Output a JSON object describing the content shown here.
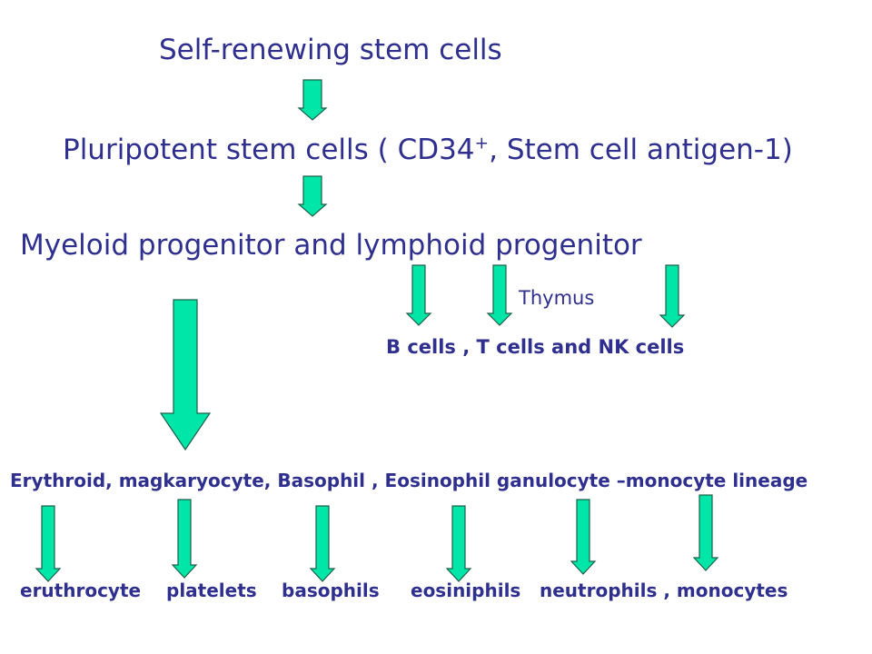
{
  "diagram": {
    "text_color": "#2e2f8f",
    "arrow_fill": "#00e6a8",
    "arrow_stroke": "#1f5f48",
    "levels": {
      "stem": "Self-renewing stem cells",
      "pluripotent_prefix": "Pluripotent  stem cells ( CD34",
      "pluripotent_sup": "+",
      "pluripotent_suffix": ", Stem cell antigen-1)",
      "progenitor": "Myeloid  progenitor and lymphoid progenitor",
      "thymus": "Thymus",
      "lymphoid_cells": "B  cells , T cells   and  NK cells",
      "myeloid_lineage": "Erythroid, magkaryocyte, Basophil , Eosinophil ganulocyte –monocyte lineage"
    },
    "final_cells": {
      "erythrocyte": "eruthrocyte",
      "platelets": "platelets",
      "basophils": "basophils",
      "eosinophils": "eosiniphils",
      "neutrophils_monocytes": "neutrophils , monocytes"
    }
  }
}
